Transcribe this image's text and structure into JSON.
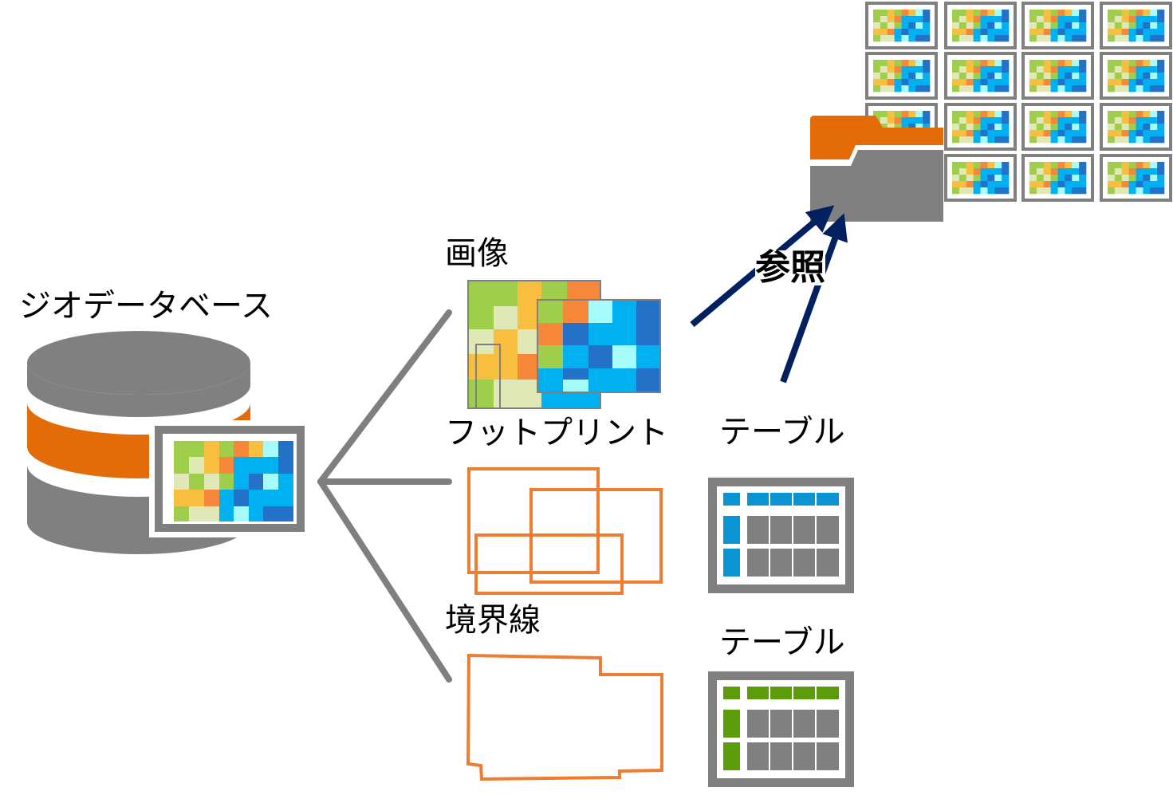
{
  "labels": {
    "geodatabase": "ジオデータベース",
    "images": "画像",
    "footprints": "フットプリント",
    "boundary": "境界線",
    "reference": "参照",
    "footprint_table": "テーブル",
    "boundary_table": "テーブル"
  },
  "colors": {
    "db_gray": "#808080",
    "db_orange": "#e36c09",
    "outline_orange": "#ed7d31",
    "arrow_navy": "#002060",
    "connector_gray": "#7f7f7f",
    "table_blue": "#0a95d2",
    "table_green": "#5c9b0a",
    "raster_palette": [
      "#9fcf4a",
      "#dfe8b6",
      "#f7be3f",
      "#f7883b",
      "#a7fbfb",
      "#00b0f0",
      "#2472c8"
    ]
  },
  "icons": {
    "geodatabase": "database-cylinder-icon",
    "raster": "raster-image-icon",
    "folder": "folder-icon",
    "table": "table-icon"
  }
}
